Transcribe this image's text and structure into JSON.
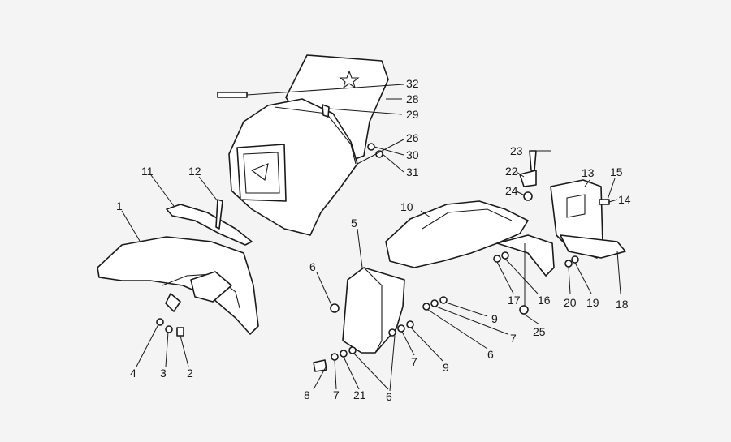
{
  "diagram": {
    "type": "exploded-parts-diagram",
    "colors": {
      "line": "#1a1a1a",
      "background": "#f4f4f4",
      "part_fill": "#ffffff"
    },
    "callouts": [
      "1",
      "2",
      "3",
      "4",
      "5",
      "6",
      "7",
      "8",
      "9",
      "10",
      "11",
      "12",
      "13",
      "14",
      "15",
      "16",
      "17",
      "18",
      "19",
      "20",
      "21",
      "22",
      "23",
      "24",
      "25",
      "26",
      "28",
      "29",
      "30",
      "31",
      "32"
    ],
    "labels": {
      "l1": "1",
      "l2": "2",
      "l3": "3",
      "l4": "4",
      "l5": "5",
      "l6a": "6",
      "l6b": "6",
      "l6c": "6",
      "l7a": "7",
      "l7b": "7",
      "l7c": "7",
      "l8": "8",
      "l9a": "9",
      "l9b": "9",
      "l10": "10",
      "l11": "11",
      "l12": "12",
      "l13": "13",
      "l14": "14",
      "l15": "15",
      "l16": "16",
      "l17": "17",
      "l18": "18",
      "l19": "19",
      "l20": "20",
      "l21": "21",
      "l22": "22",
      "l23": "23",
      "l24": "24",
      "l25": "25",
      "l26": "26",
      "l28": "28",
      "l29": "29",
      "l30": "30",
      "l31": "31",
      "l32": "32"
    }
  }
}
